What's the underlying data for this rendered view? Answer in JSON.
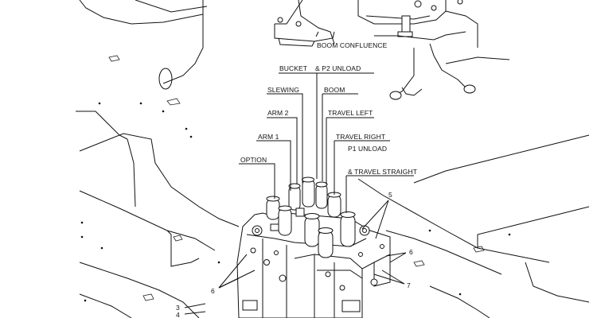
{
  "diagram": {
    "labels": {
      "boom_confluence": "BOOM CONFLUENCE",
      "bucket": "BUCKET",
      "p2_unload": "& P2 UNLOAD",
      "slewing": "SLEWING",
      "boom": "BOOM",
      "arm2": "ARM 2",
      "travel_left": "TRAVEL LEFT",
      "arm1": "ARM 1",
      "travel_right": "TRAVEL RIGHT",
      "p1_unload": "P1 UNLOAD",
      "option": "OPTION",
      "travel_straight": "& TRAVEL STRAIGHT"
    },
    "callouts": {
      "n5": "5",
      "n6_right": "6",
      "n7": "7",
      "n6_left": "6",
      "n3": "3",
      "n4": "4"
    }
  }
}
